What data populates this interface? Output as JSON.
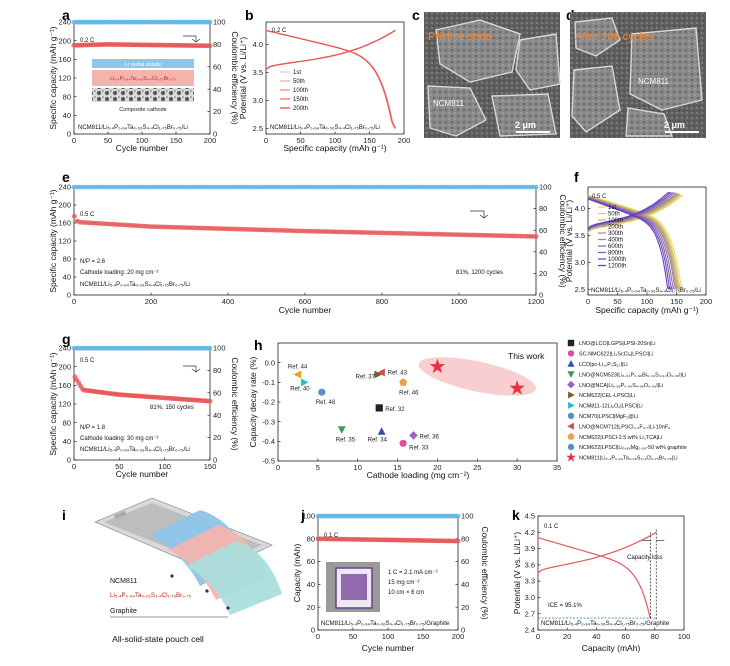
{
  "panels": {
    "a": {
      "letter": "a",
      "rate": "0.2 C",
      "xlabel": "Cycle number",
      "ylabel": "Specific capacity (mAh g⁻¹)",
      "y2label": "Coulombic efficiency (%)",
      "legend": "NCM811/Li₅.₄P₀.₉₄Ta₀.₀₆S₄.₄Cl₁.₇₅Br₀.₇₅/Li",
      "inset_li": "Li metal anode",
      "inset_se": "Li₅.₄P₀.₉₄Ta₀.₀₆S₄.₄Cl₁.₇₅Br₀.₇₅",
      "inset_cc": "Composite cathode"
    },
    "b": {
      "letter": "b",
      "rate": "0.2 C",
      "xlabel": "Specific capacity (mAh g⁻¹)",
      "ylabel": "Potential (V vs. Li/Li⁺)",
      "legend": [
        "1st",
        "50th",
        "100th",
        "150th",
        "200th"
      ],
      "cell": "NCM811/Li₅.₄P₀.₉₄Ta₀.₀₆S₄.₄Cl₁.₇₅Br₀.₇₅/Li"
    },
    "c": {
      "letter": "c",
      "title": "Pristine state",
      "label": "NCM811",
      "scale": "2 μm"
    },
    "d": {
      "letter": "d",
      "title": "After 200 cycles",
      "label": "NCM811",
      "scale": "2 μm"
    },
    "e": {
      "letter": "e",
      "rate": "0.5 C",
      "xlabel": "Cycle number",
      "ylabel": "Specific capacity (mAh g⁻¹)",
      "y2label": "Coulombic efficiency (%)",
      "np": "N/P = 2.6",
      "loading": "Cathode loading: 20 mg cm⁻²",
      "cell": "NCM811/Li₅.₄P₀.₉₄Ta₀.₀₆S₄.₄Cl₁.₇₅Br₀.₇₅/Li",
      "note": "81%, 1200 cycles"
    },
    "f": {
      "letter": "f",
      "rate": "0.5 C",
      "xlabel": "Specific capacity (mAh g⁻¹)",
      "ylabel": "Potential (V vs. Li/Li⁺)",
      "legend": [
        "1st",
        "50th",
        "100th",
        "200th",
        "300th",
        "400th",
        "600th",
        "800th",
        "1000th",
        "1200th"
      ],
      "cell": "NCM811/Li₅.₄P₀.₉₄Ta₀.₀₆S₄.₄Cl₁.₇₅Br₀.₇₅/Li"
    },
    "g": {
      "letter": "g",
      "rate": "0.5 C",
      "xlabel": "Cycle number",
      "ylabel": "Specific capacity (mAh g⁻¹)",
      "y2label": "Coulombic efficiency (%)",
      "np": "N/P = 1.8",
      "loading": "Cathode loading: 30 mg cm⁻²",
      "cell": "NCM811/Li₅.₄P₀.₉₄Ta₀.₀₆S₄.₄Cl₁.₇₅Br₀.₇₅/Li",
      "note": "81%, 150 cycles"
    },
    "h": {
      "letter": "h",
      "xlabel": "Cathode loading (mg cm⁻²)",
      "ylabel": "Capacity decay rate (%)",
      "work": "This work"
    },
    "i": {
      "letter": "i",
      "caption": "All-solid-state pouch cell",
      "ncm": "NCM811",
      "se": "Li₅.₄P₀.₉₄Ta₀.₀₆S₄.₄Cl₁.₇₅Br₀.₇₅",
      "graphite": "Graphite"
    },
    "j": {
      "letter": "j",
      "rate": "0.1 C",
      "xlabel": "Cycle number",
      "ylabel": "Capacity (mAh)",
      "y2label": "Coulombic efficiency (%)",
      "notes": [
        "1 C = 2.1 mA cm⁻²",
        "15 mg cm⁻²",
        "10 cm × 6 cm"
      ],
      "cell": "NCM811/Li₅.₄P₀.₉₄Ta₀.₀₆S₄.₄Cl₁.₇₅Br₀.₇₅/Graphite"
    },
    "k": {
      "letter": "k",
      "rate": "0.1 C",
      "xlabel": "Capacity (mAh)",
      "ylabel": "Potential (V vs. Li/Li⁺)",
      "loss": "Capacity loss",
      "ice": "ICE = 95.1%",
      "cell": "NCM811/Li₅.₄P₀.₉₄Ta₀.₀₆S₄.₄Cl₁.₇₅Br₀.₇₅/Graphite"
    }
  },
  "chart_data": [
    {
      "panel": "a",
      "type": "scatter",
      "xlim": [
        0,
        200
      ],
      "ylim": [
        0,
        240
      ],
      "y2lim": [
        0,
        100
      ],
      "xticks": [
        0,
        50,
        100,
        150,
        200
      ],
      "yticks": [
        0,
        40,
        80,
        120,
        160,
        200,
        240
      ],
      "y2ticks": [
        0,
        20,
        40,
        60,
        80,
        100
      ],
      "series": [
        {
          "axis": "left",
          "color": "#e8585a",
          "x": [
            0,
            50,
            100,
            150,
            200
          ],
          "y": [
            190,
            192,
            191,
            190,
            189
          ]
        },
        {
          "axis": "right",
          "color": "#62b8e8",
          "x": [
            0,
            50,
            100,
            150,
            200
          ],
          "y": [
            99.8,
            99.9,
            99.9,
            99.9,
            99.9
          ]
        }
      ]
    },
    {
      "panel": "b",
      "type": "line",
      "xlim": [
        0,
        200
      ],
      "ylim": [
        2.4,
        4.4
      ],
      "xticks": [
        0,
        50,
        100,
        150,
        200
      ],
      "yticks": [
        2.5,
        3.0,
        3.5,
        4.0
      ],
      "series": [
        {
          "name": "1st",
          "color": "#f7c8c2"
        },
        {
          "name": "50th",
          "color": "#f5b0aa"
        },
        {
          "name": "100th",
          "color": "#f29590"
        },
        {
          "name": "150th",
          "color": "#ee7a76"
        },
        {
          "name": "200th",
          "color": "#e8585a"
        }
      ]
    },
    {
      "panel": "e",
      "type": "scatter",
      "xlim": [
        0,
        1200
      ],
      "ylim": [
        0,
        240
      ],
      "y2lim": [
        0,
        100
      ],
      "xticks": [
        0,
        200,
        400,
        600,
        800,
        1000,
        1200
      ],
      "yticks": [
        0,
        40,
        80,
        120,
        160,
        200,
        240
      ],
      "y2ticks": [
        0,
        20,
        40,
        60,
        80,
        100
      ],
      "series": [
        {
          "axis": "left",
          "color": "#e8585a",
          "x": [
            1,
            10,
            200,
            400,
            600,
            800,
            1000,
            1200
          ],
          "y": [
            175,
            162,
            152,
            147,
            142,
            138,
            134,
            130
          ]
        },
        {
          "axis": "right",
          "color": "#62b8e8",
          "x": [
            0,
            1200
          ],
          "y": [
            99.9,
            99.9
          ]
        }
      ]
    },
    {
      "panel": "f",
      "type": "line",
      "xlim": [
        0,
        200
      ],
      "ylim": [
        2.4,
        4.4
      ],
      "xticks": [
        0,
        50,
        100,
        150,
        200
      ],
      "yticks": [
        2.5,
        3.0,
        3.5,
        4.0
      ],
      "series": [
        {
          "name": "1st",
          "max": 161
        },
        {
          "name": "50th",
          "max": 158
        },
        {
          "name": "100th",
          "max": 156
        },
        {
          "name": "200th",
          "max": 154
        },
        {
          "name": "300th",
          "max": 152
        },
        {
          "name": "400th",
          "max": 150
        },
        {
          "name": "600th",
          "max": 147
        },
        {
          "name": "800th",
          "max": 144
        },
        {
          "name": "1000th",
          "max": 141
        },
        {
          "name": "1200th",
          "max": 138
        }
      ]
    },
    {
      "panel": "g",
      "type": "scatter",
      "xlim": [
        0,
        150
      ],
      "ylim": [
        0,
        240
      ],
      "y2lim": [
        0,
        100
      ],
      "xticks": [
        0,
        50,
        100,
        150
      ],
      "yticks": [
        0,
        40,
        80,
        120,
        160,
        200,
        240
      ],
      "y2ticks": [
        0,
        20,
        40,
        60,
        80,
        100
      ],
      "series": [
        {
          "axis": "left",
          "color": "#e8585a",
          "x": [
            1,
            10,
            50,
            100,
            150
          ],
          "y": [
            178,
            150,
            140,
            133,
            126
          ]
        },
        {
          "axis": "right",
          "color": "#62b8e8",
          "x": [
            0,
            150
          ],
          "y": [
            99.8,
            99.8
          ]
        }
      ]
    },
    {
      "panel": "h",
      "type": "scatter",
      "xlim": [
        0,
        35
      ],
      "ylim": [
        -0.5,
        0.1
      ],
      "xticks": [
        0,
        5,
        10,
        15,
        20,
        25,
        30,
        35
      ],
      "yticks": [
        -0.5,
        -0.4,
        -0.3,
        -0.2,
        -0.1,
        0.0
      ],
      "points": [
        {
          "label": "Ref. 44",
          "x": 2.5,
          "y": -0.06,
          "color": "#f0a020",
          "shape": "tri-left"
        },
        {
          "label": "Ref. 40",
          "x": 3.3,
          "y": -0.1,
          "color": "#20c0d0",
          "shape": "tri-right"
        },
        {
          "label": "Ref. 48",
          "x": 5.5,
          "y": -0.15,
          "color": "#5b8fc8",
          "shape": "circle"
        },
        {
          "label": "Ref. 35",
          "x": 8.0,
          "y": -0.34,
          "color": "#3a9a5a",
          "shape": "tri-down"
        },
        {
          "label": "Ref. 37",
          "x": 12.5,
          "y": -0.06,
          "color": "#7a5c30",
          "shape": "tri-right"
        },
        {
          "label": "Ref. 43",
          "x": 13.0,
          "y": -0.05,
          "color": "#d05050",
          "shape": "tri-left"
        },
        {
          "label": "Ref. 32",
          "x": 12.7,
          "y": -0.23,
          "color": "#222222",
          "shape": "square"
        },
        {
          "label": "Ref. 34",
          "x": 13.0,
          "y": -0.35,
          "color": "#3050b0",
          "shape": "tri-up"
        },
        {
          "label": "Ref. 46",
          "x": 15.7,
          "y": -0.1,
          "color": "#f0a040",
          "shape": "pentagon"
        },
        {
          "label": "Ref. 36",
          "x": 17.0,
          "y": -0.37,
          "color": "#a060c0",
          "shape": "diamond"
        },
        {
          "label": "Ref. 33",
          "x": 15.7,
          "y": -0.41,
          "color": "#e050a0",
          "shape": "circle"
        },
        {
          "label": "This work",
          "x": 20,
          "y": -0.02,
          "color": "#e83040",
          "shape": "star"
        },
        {
          "label": "This work",
          "x": 30,
          "y": -0.13,
          "color": "#e83040",
          "shape": "star"
        }
      ],
      "legend": [
        {
          "text": "LNO@LCO|LGPS|LPSI-20Sn|Li",
          "color": "#222222",
          "shape": "square"
        },
        {
          "text": "SC-NMC622|Li₃ScCl₆|LPSCl|Li",
          "color": "#e050a0",
          "shape": "circle"
        },
        {
          "text": "LCO|pc-Li₁₀P₃S₁₂I|Li",
          "color": "#3050b0",
          "shape": "tri-up"
        },
        {
          "text": "LNO@NCM523|Li₆.₀₄P₀.₉₆Bi₀.₀₄S₄.₉₄O₀.₀₆I|Li",
          "color": "#3a9a5a",
          "shape": "tri-down"
        },
        {
          "text": "LNO@NCA|Li₆.₉₈P₀.₉₄S₄.₉₈O₀.₀₆I|Li",
          "color": "#a060c0",
          "shape": "diamond"
        },
        {
          "text": "NCM622|CEL-LPSCl|Li",
          "color": "#7a5c30",
          "shape": "tri-right"
        },
        {
          "text": "NCM811-12Li₂O₂|LPSCl|Li",
          "color": "#20c0d0",
          "shape": "tri-right"
        },
        {
          "text": "NCM70|LPSCl|MgF₂@Li",
          "color": "#5b8fc8",
          "shape": "circle"
        },
        {
          "text": "LNO@NCM712|LPSCl₀.₃F₀.₇|Li-10nF₂",
          "color": "#d05050",
          "shape": "tri-left"
        },
        {
          "text": "NCM622|LPSCl-2.5 wt% Li₃TCA|Li",
          "color": "#f0a040",
          "shape": "pentagon"
        },
        {
          "text": "NCM622|LPSCl|Li₀.₈₈Mg₀.₀₆-50 wt% graphite",
          "color": "#5b8fc8",
          "shape": "circle"
        },
        {
          "text": "NCM811|Li₅.₄P₀.₉₄Ta₀.₀₆S₄.₄Cl₁.₇₅Br₀.₇₅|Li",
          "color": "#e83040",
          "shape": "star"
        }
      ]
    },
    {
      "panel": "j",
      "type": "scatter",
      "xlim": [
        0,
        200
      ],
      "ylim": [
        0,
        100
      ],
      "y2lim": [
        0,
        100
      ],
      "xticks": [
        0,
        50,
        100,
        150,
        200
      ],
      "yticks": [
        0,
        20,
        40,
        60,
        80,
        100
      ],
      "y2ticks": [
        0,
        20,
        40,
        60,
        80,
        100
      ],
      "series": [
        {
          "axis": "left",
          "color": "#e8585a",
          "x": [
            0,
            200
          ],
          "y": [
            80,
            78
          ]
        },
        {
          "axis": "right",
          "color": "#62b8e8",
          "x": [
            0,
            200
          ],
          "y": [
            99.9,
            99.9
          ]
        }
      ]
    },
    {
      "panel": "k",
      "type": "line",
      "xlim": [
        0,
        100
      ],
      "ylim": [
        2.4,
        4.5
      ],
      "xticks": [
        0,
        20,
        40,
        60,
        80,
        100
      ],
      "yticks": [
        2.4,
        2.7,
        3.0,
        3.3,
        3.6,
        3.9,
        4.2,
        4.5
      ],
      "series": [
        {
          "name": "charge",
          "color": "#e8585a",
          "max": 81
        },
        {
          "name": "discharge",
          "color": "#e8585a",
          "max": 77
        }
      ],
      "ice": 95.1
    }
  ]
}
